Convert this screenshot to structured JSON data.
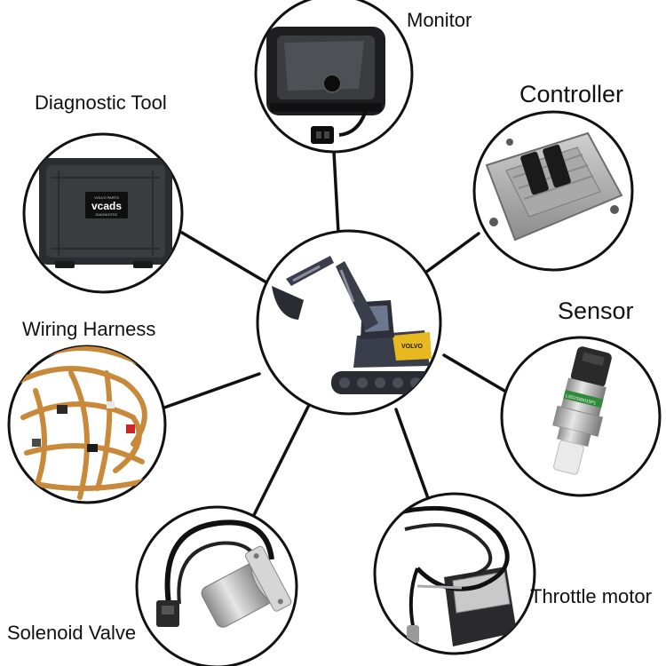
{
  "center": {
    "image": "excavator",
    "brand_text": "VOLVO"
  },
  "components": {
    "monitor": {
      "label": "Monitor",
      "image": "monitor-with-knob"
    },
    "controller": {
      "label": "Controller",
      "image": "ecu-controller-board"
    },
    "sensor": {
      "label": "Sensor",
      "image": "pressure-sensor",
      "text_on_image": "LS52S00015P1"
    },
    "throttle_motor": {
      "label": "Throttle motor",
      "image": "throttle-motor-with-cable"
    },
    "solenoid_valve": {
      "label": "Solenoid Valve",
      "image": "solenoid-valve-with-cable"
    },
    "wiring_harness": {
      "label": "Wiring Harness",
      "image": "wiring-harness-bundle"
    },
    "diagnostic_tool": {
      "label": "Diagnostic Tool",
      "image": "diagnostic-case",
      "case_brand": "vcads",
      "case_top_text": "VOLVO PARTS",
      "case_bottom_text": "DIAGNOSTIC"
    }
  },
  "colors": {
    "outline": "#111111",
    "line": "#111111",
    "excavator_body": "#3a3e4a",
    "excavator_accent": "#e8b820",
    "harness_sleeve": "#c8893a",
    "metal": "#b8b8b8"
  }
}
